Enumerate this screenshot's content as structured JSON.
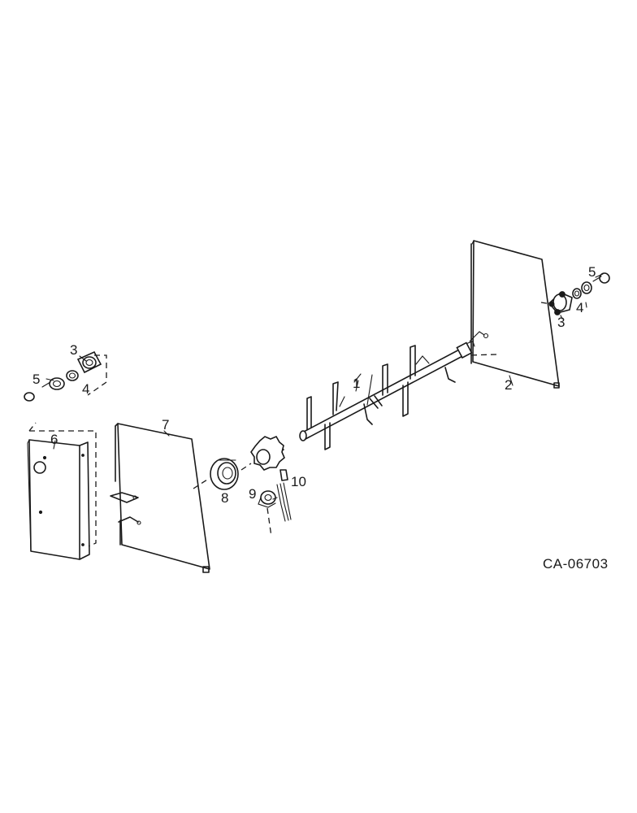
{
  "callouts": {
    "c1": "1",
    "c2": "2",
    "c3_right": "3",
    "c4_right": "4",
    "c5_right": "5",
    "c3_left": "3",
    "c4_left": "4",
    "c5_left": "5",
    "c6": "6",
    "c7": "7",
    "c8": "8",
    "c9": "9",
    "c10": "10"
  },
  "figure_code": "CA-06703",
  "colors": {
    "ink": "#1a1a1a",
    "paper": "#ffffff"
  }
}
